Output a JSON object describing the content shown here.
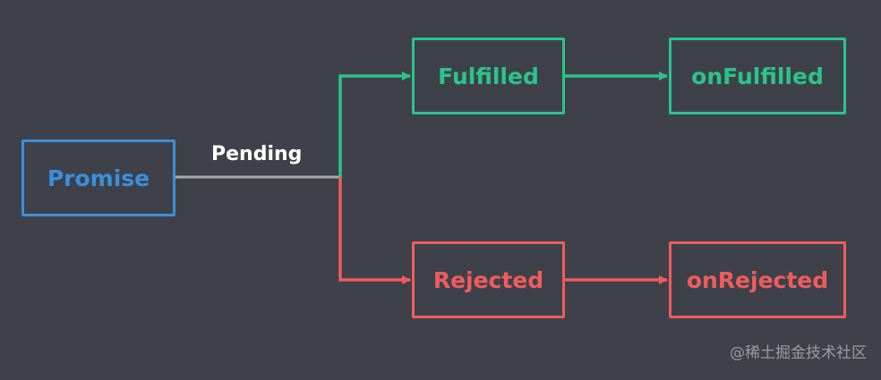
{
  "diagram": {
    "colors": {
      "background": "#3f414a",
      "promise": "#3a8fdc",
      "fulfilled": "#29c48c",
      "rejected": "#f05c5c",
      "pending_line": "#a8aab0"
    },
    "nodes": {
      "promise": "Promise",
      "fulfilled": "Fulfilled",
      "on_fulfilled": "onFulfilled",
      "rejected": "Rejected",
      "on_rejected": "onRejected"
    },
    "edge_label": "Pending",
    "watermark": "@稀土掘金技术社区"
  }
}
